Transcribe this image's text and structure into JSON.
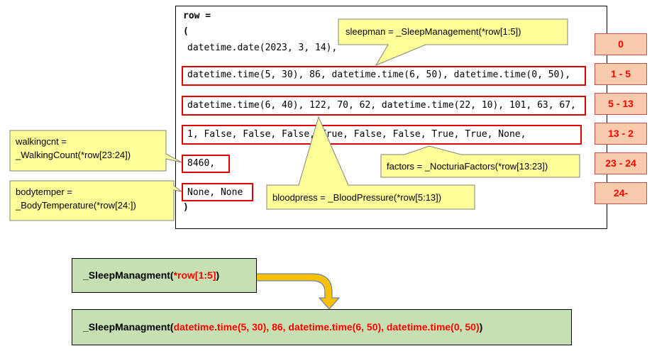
{
  "code": {
    "line1": "row =",
    "line2": "(",
    "line3": "datetime.date(2023, 3, 14),",
    "line4": "datetime.time(5, 30), 86, datetime.time(6, 50), datetime.time(0, 50),",
    "line5": "datetime.time(6, 40), 122, 70, 62, datetime.time(22, 10), 101, 63, 67,",
    "line6": "1, False, False, False, True, False, False, True, True, None,",
    "line7": "8460,",
    "line8": "None, None",
    "line9": ")"
  },
  "indices": [
    "0",
    "1 - 5",
    "5 - 13",
    "13 - 2",
    "23 - 24",
    "24-"
  ],
  "callouts": {
    "sleepman": "sleepman = _SleepManagement(*row[1:5])",
    "walking_line1": "walkingcnt =",
    "walking_line2": "_WalkingCount(*row[23:24])",
    "bodytemp_line1": "bodytemper =",
    "bodytemp_line2": "_BodyTemperature(*row[24:])",
    "factors": "factors = _NocturiaFactors(*row[13:23])",
    "bloodpress": "bloodpress = _BloodPressure(*row[5:13])"
  },
  "bottom": {
    "top_prefix": "_SleepManagment(",
    "top_arg": "*row[1:5]",
    "top_suffix": ")",
    "bottom_prefix": "_SleepManagment(",
    "bottom_arg": "datetime.time(5, 30), 86, datetime.time(6, 50), datetime.time(0, 50)",
    "bottom_suffix": ")"
  },
  "colors": {
    "callout_fill": "#ffff99",
    "index_fill": "#f8cbad",
    "green_fill": "#c6e0b4",
    "arrow_fill": "#ffc000",
    "highlight": "#ff0000"
  }
}
